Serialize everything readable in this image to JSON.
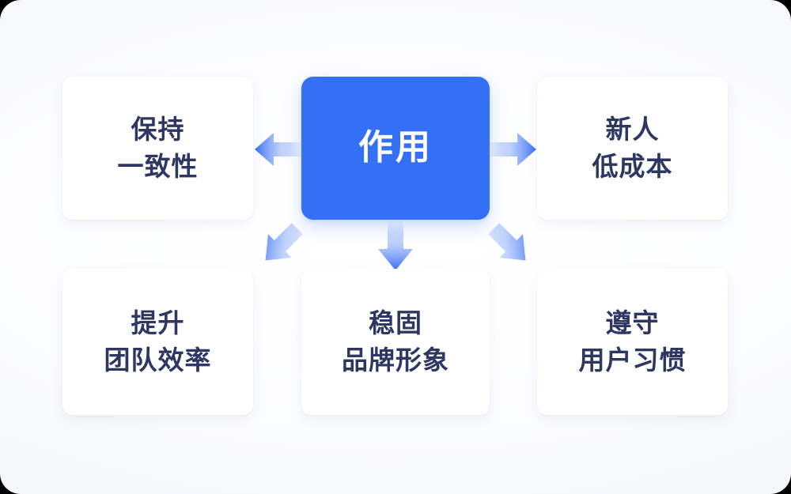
{
  "diagram": {
    "title": "作用",
    "colors": {
      "accent": "#3370F5",
      "text_dark": "#2E3761",
      "card_bg": "#FFFFFF",
      "canvas_bg": "#F2F4FA",
      "arrow_solid": "#3B6FF5",
      "arrow_fade": "#DCE6FE"
    },
    "center": {
      "label": "作用"
    },
    "nodes": [
      {
        "id": "top-left",
        "line1": "保持",
        "line2": "一致性"
      },
      {
        "id": "top-right",
        "line1": "新人",
        "line2": "低成本"
      },
      {
        "id": "bottom-left",
        "line1": "提升",
        "line2": "团队效率"
      },
      {
        "id": "bottom-center",
        "line1": "稳固",
        "line2": "品牌形象"
      },
      {
        "id": "bottom-right",
        "line1": "遵守",
        "line2": "用户习惯"
      }
    ],
    "arrows": [
      {
        "id": "left",
        "direction": "left",
        "from": "作用",
        "to": "保持一致性"
      },
      {
        "id": "right",
        "direction": "right",
        "from": "作用",
        "to": "新人低成本"
      },
      {
        "id": "down",
        "direction": "down",
        "from": "作用",
        "to": "稳固品牌形象"
      },
      {
        "id": "down-left",
        "direction": "down-left",
        "from": "作用",
        "to": "提升团队效率"
      },
      {
        "id": "down-right",
        "direction": "down-right",
        "from": "作用",
        "to": "遵守用户习惯"
      }
    ]
  }
}
